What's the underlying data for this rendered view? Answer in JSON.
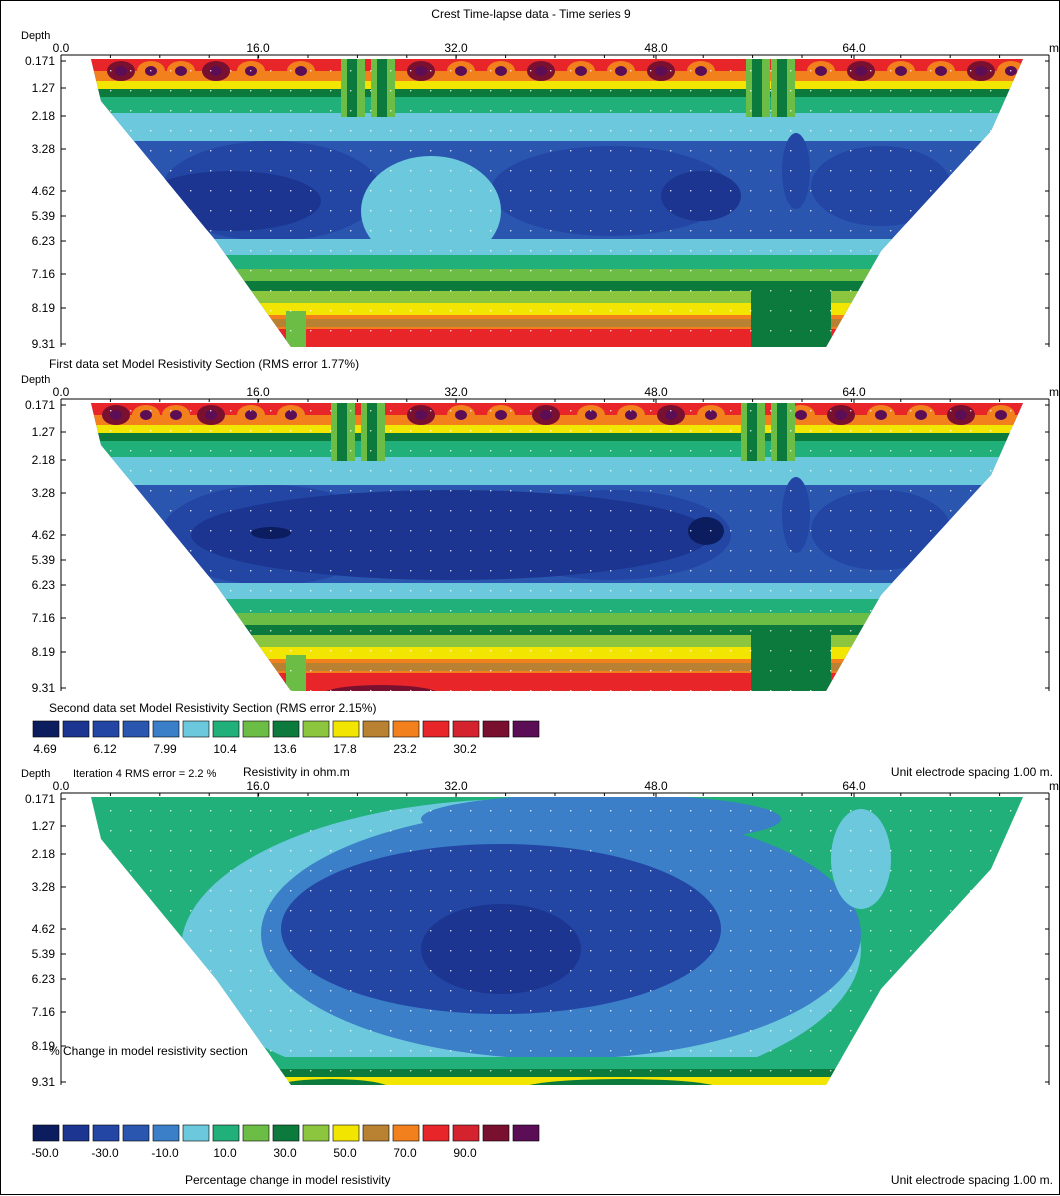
{
  "figure_title": "Crest Time-lapse data - Time series 9",
  "chart_data": [
    {
      "type": "heatmap",
      "title": "Crest Time-lapse data - Time series 9",
      "caption": "First data set Model Resistivity Section (RMS error 1.77%)",
      "ylabel": "Depth",
      "x_unit": "m.",
      "x_ticks": [
        "0.0",
        "16.0",
        "32.0",
        "48.0",
        "64.0"
      ],
      "depth_ticks": [
        "0.171",
        "1.27",
        "2.18",
        "3.28",
        "4.62",
        "5.39",
        "6.23",
        "7.16",
        "8.19",
        "9.31"
      ],
      "xlim": [
        0,
        80
      ],
      "ylim": [
        0.171,
        9.31
      ]
    },
    {
      "type": "heatmap",
      "caption": "Second data set Model Resistivity Section (RMS error 2.15%)",
      "ylabel": "Depth",
      "x_unit": "m.",
      "x_ticks": [
        "0.0",
        "16.0",
        "32.0",
        "48.0",
        "64.0"
      ],
      "depth_ticks": [
        "0.171",
        "1.27",
        "2.18",
        "3.28",
        "4.62",
        "5.39",
        "6.23",
        "7.16",
        "8.19",
        "9.31"
      ],
      "xlim": [
        0,
        80
      ],
      "ylim": [
        0.171,
        9.31
      ]
    },
    {
      "type": "heatmap",
      "header_label": "Iteration 4 RMS error = 2.2 %",
      "caption": "% Change in model resistivity section",
      "ylabel": "Depth",
      "x_unit": "m.",
      "x_ticks": [
        "0.0",
        "16.0",
        "32.0",
        "48.0",
        "64.0"
      ],
      "depth_ticks": [
        "0.171",
        "1.27",
        "2.18",
        "3.28",
        "4.62",
        "5.39",
        "6.23",
        "7.16",
        "8.19",
        "9.31"
      ],
      "xlim": [
        0,
        80
      ],
      "ylim": [
        0.171,
        9.31
      ]
    }
  ],
  "legend_resistivity": {
    "colors": [
      "#0b1d5e",
      "#1b3590",
      "#2346a5",
      "#2a56b0",
      "#3a7fc8",
      "#6cc8dd",
      "#22b07a",
      "#6cbd45",
      "#0b7a3c",
      "#8cc63f",
      "#f2e600",
      "#b98232",
      "#f2811d",
      "#e8262a",
      "#d4232e",
      "#7a1030",
      "#5b0d55"
    ],
    "labels": [
      "4.69",
      "6.12",
      "7.99",
      "10.4",
      "13.6",
      "17.8",
      "23.2",
      "30.2"
    ],
    "title": "Resistivity in ohm.m",
    "spacing_note": "Unit electrode spacing 1.00 m."
  },
  "legend_change": {
    "colors": [
      "#0b1d5e",
      "#1b3590",
      "#2346a5",
      "#2a56b0",
      "#3a7fc8",
      "#6cc8dd",
      "#22b07a",
      "#6cbd45",
      "#0b7a3c",
      "#8cc63f",
      "#f2e600",
      "#b98232",
      "#f2811d",
      "#e8262a",
      "#d4232e",
      "#7a1030",
      "#5b0d55"
    ],
    "labels": [
      "-50.0",
      "-30.0",
      "-10.0",
      "10.0",
      "30.0",
      "50.0",
      "70.0",
      "90.0"
    ],
    "title": "Percentage change in model resistivity",
    "spacing_note": "Unit electrode spacing 1.00 m."
  }
}
